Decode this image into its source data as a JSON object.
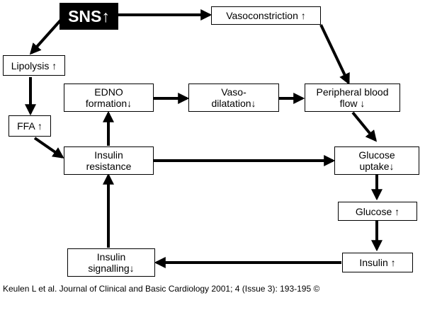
{
  "nodes": {
    "sns": "SNS↑",
    "vasoconstriction": "Vasoconstriction  ↑",
    "lipolysis": "Lipolysis ↑",
    "ffa": "FFA ↑",
    "edno": "EDNO\nformation↓",
    "vasodilatation": "Vaso-\ndilatation↓",
    "peripheral": "Peripheral blood\nflow ↓",
    "insulin_resistance": "Insulin\nresistance",
    "glucose_uptake": "Glucose\nuptake↓",
    "glucose": "Glucose ↑",
    "insulin": "Insulin ↑",
    "insulin_signalling": "Insulin\nsignalling↓"
  },
  "caption": "Keulen L et al. Journal of Clinical and Basic Cardiology 2001; 4 (Issue 3): 193-195 ©"
}
